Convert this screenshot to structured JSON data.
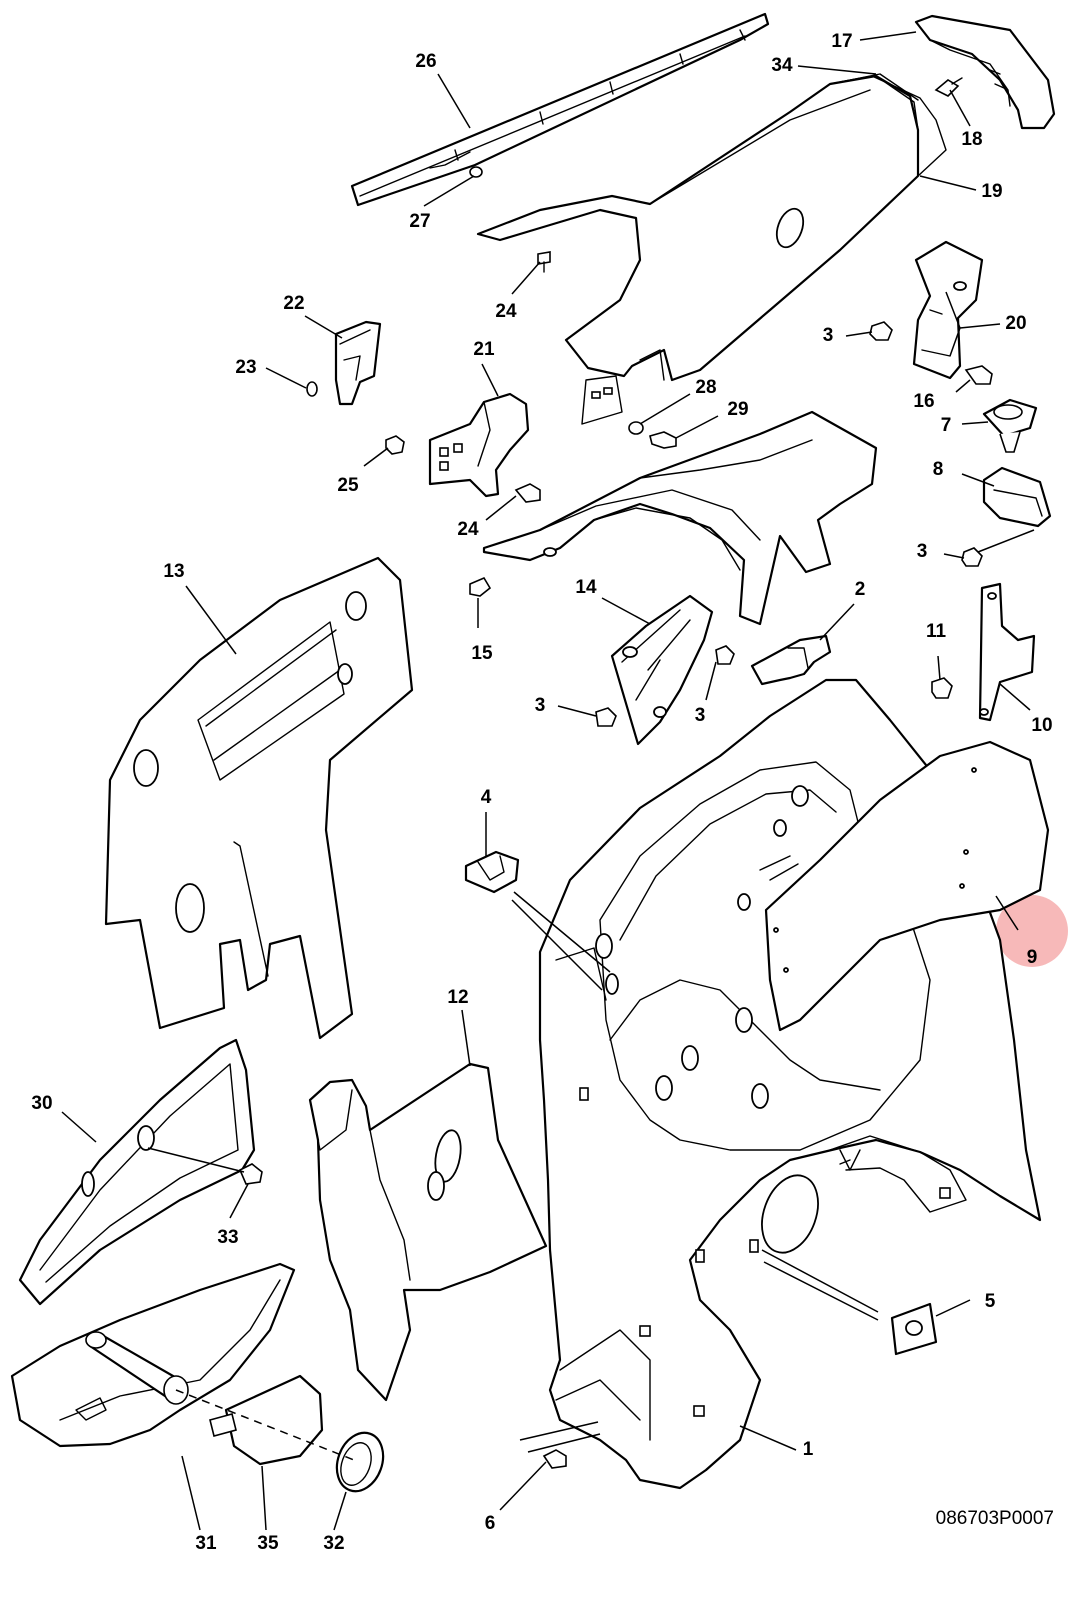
{
  "diagram": {
    "reference_code": "086703P0007",
    "highlight_color": "#f08080",
    "callouts": [
      {
        "id": "c26",
        "label": "26"
      },
      {
        "id": "c27",
        "label": "27"
      },
      {
        "id": "c17",
        "label": "17"
      },
      {
        "id": "c34",
        "label": "34"
      },
      {
        "id": "c18",
        "label": "18"
      },
      {
        "id": "c19",
        "label": "19"
      },
      {
        "id": "c24a",
        "label": "24"
      },
      {
        "id": "c22",
        "label": "22"
      },
      {
        "id": "c23",
        "label": "23"
      },
      {
        "id": "c21",
        "label": "21"
      },
      {
        "id": "c28",
        "label": "28"
      },
      {
        "id": "c29",
        "label": "29"
      },
      {
        "id": "c20",
        "label": "20"
      },
      {
        "id": "c3a",
        "label": "3"
      },
      {
        "id": "c16",
        "label": "16"
      },
      {
        "id": "c7",
        "label": "7"
      },
      {
        "id": "c8",
        "label": "8"
      },
      {
        "id": "c3b",
        "label": "3"
      },
      {
        "id": "c25",
        "label": "25"
      },
      {
        "id": "c24b",
        "label": "24"
      },
      {
        "id": "c13",
        "label": "13"
      },
      {
        "id": "c14",
        "label": "14"
      },
      {
        "id": "c2",
        "label": "2"
      },
      {
        "id": "c15",
        "label": "15"
      },
      {
        "id": "c11",
        "label": "11"
      },
      {
        "id": "c10",
        "label": "10"
      },
      {
        "id": "c3c",
        "label": "3"
      },
      {
        "id": "c3d",
        "label": "3"
      },
      {
        "id": "c4",
        "label": "4"
      },
      {
        "id": "c9",
        "label": "9"
      },
      {
        "id": "c12",
        "label": "12"
      },
      {
        "id": "c30",
        "label": "30"
      },
      {
        "id": "c33",
        "label": "33"
      },
      {
        "id": "c5",
        "label": "5"
      },
      {
        "id": "c1",
        "label": "1"
      },
      {
        "id": "c6",
        "label": "6"
      },
      {
        "id": "c31",
        "label": "31"
      },
      {
        "id": "c35",
        "label": "35"
      },
      {
        "id": "c32",
        "label": "32"
      }
    ]
  }
}
